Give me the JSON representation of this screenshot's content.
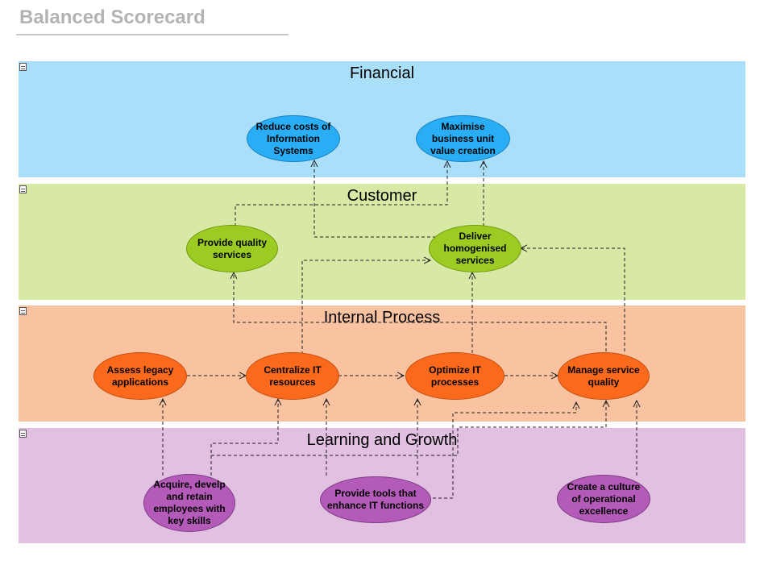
{
  "title": "Balanced Scorecard",
  "lanes": {
    "financial": "Financial",
    "customer": "Customer",
    "internal": "Internal Process",
    "learning": "Learning and Growth"
  },
  "nodes": {
    "reduce_costs": "Reduce costs of Information Systems",
    "maximise_value": "Maximise business unit value creation",
    "quality_services": "Provide quality services",
    "homogenised_services": "Deliver homogenised services",
    "assess_legacy": "Assess legacy applications",
    "centralize_it": "Centralize IT resources",
    "optimize_it": "Optimize IT processes",
    "manage_quality": "Manage service quality",
    "acquire_employees": "Acquire, develp and retain employees with key skills",
    "provide_tools": "Provide tools that enhance IT functions",
    "culture": "Create a culture of operational excellence"
  },
  "colors": {
    "financial": "#aadff9",
    "customer": "#d8e8a5",
    "internal": "#f9c3a2",
    "learning": "#e1c0e2"
  }
}
